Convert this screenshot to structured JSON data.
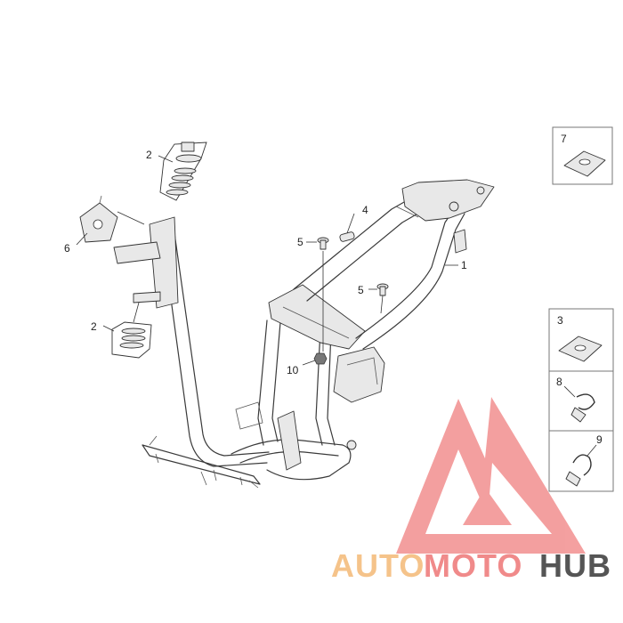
{
  "diagram": {
    "callouts": {
      "c1": "1",
      "c2a": "2",
      "c2b": "2",
      "c3": "3",
      "c4": "4",
      "c5a": "5",
      "c5b": "5",
      "c6": "6",
      "c7": "7",
      "c8": "8",
      "c9": "9",
      "c10": "10"
    }
  },
  "watermark": {
    "part1": "AUTO",
    "part2": "MOTO",
    "part3": "HUB",
    "colors": {
      "auto": "#f5c38a",
      "moto": "#f08a8a",
      "hub": "#555555",
      "logo": "#f06a6a"
    }
  }
}
